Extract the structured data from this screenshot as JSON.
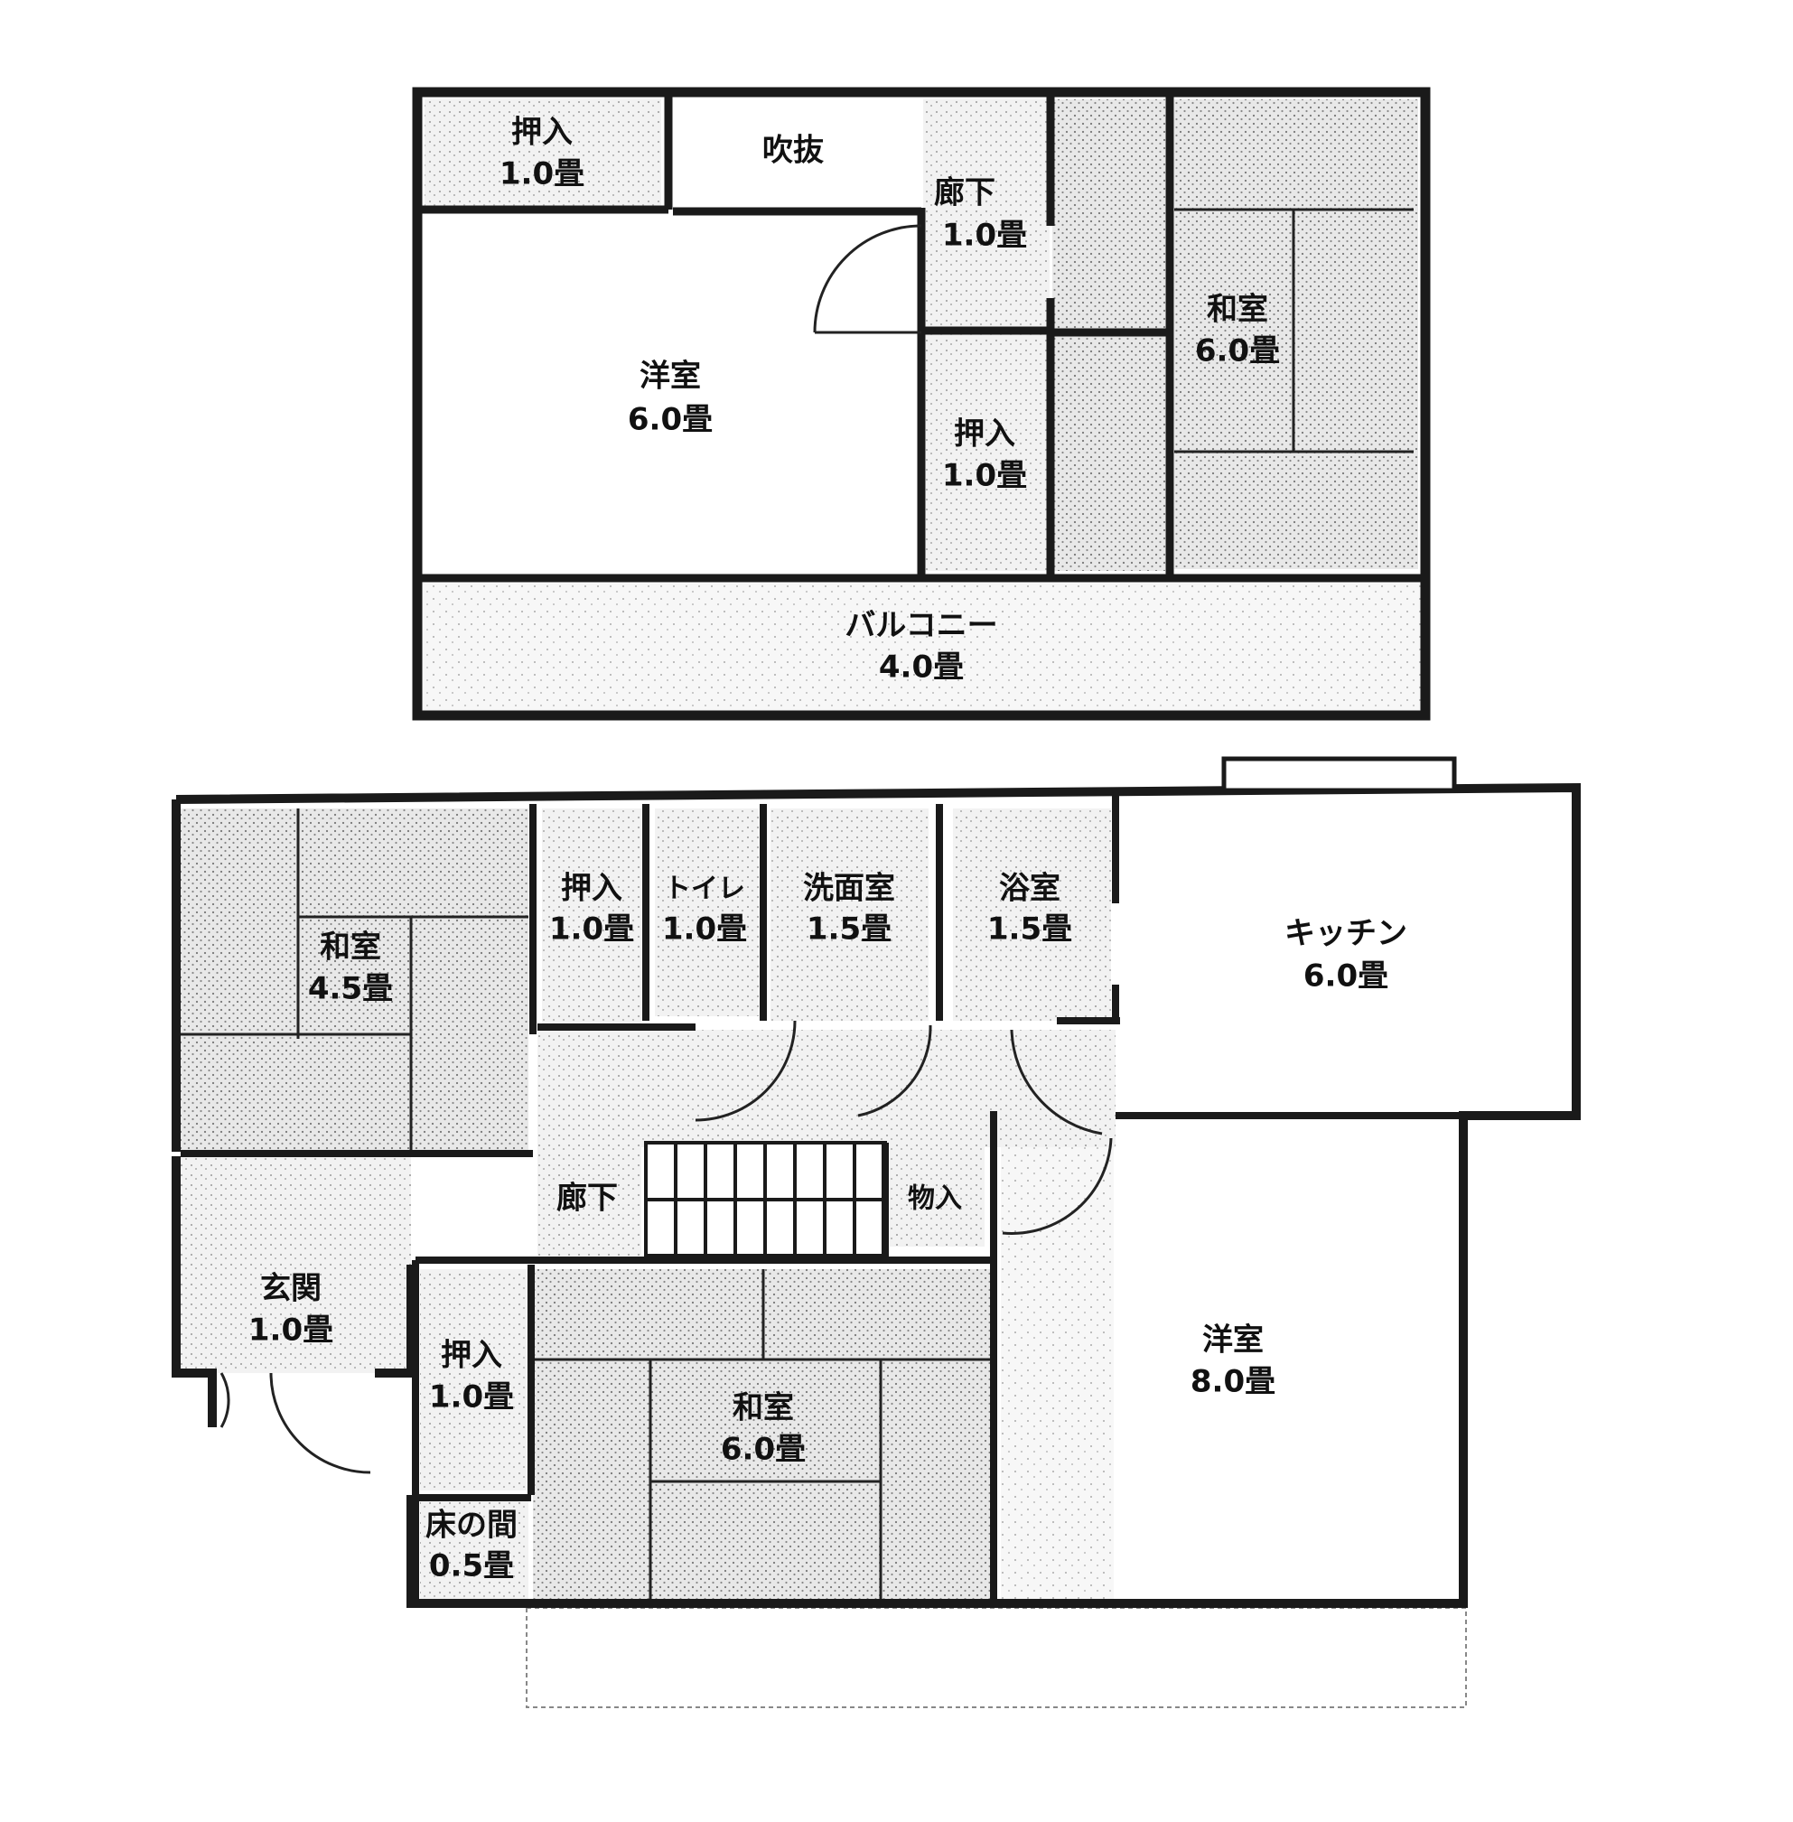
{
  "floor2": {
    "closet_nw": {
      "name": "押入",
      "area": "1.0畳"
    },
    "void": {
      "name": "吹抜"
    },
    "hall": {
      "name": "廊下",
      "area": "1.0畳"
    },
    "western": {
      "name": "洋室",
      "area": "6.0畳"
    },
    "closet_center": {
      "name": "押入",
      "area": "1.0畳"
    },
    "japanese": {
      "name": "和室",
      "area": "6.0畳"
    },
    "balcony": {
      "name": "バルコニー",
      "area": "4.0畳"
    }
  },
  "floor1": {
    "japanese_nw": {
      "name": "和室",
      "area": "4.5畳"
    },
    "closet_top": {
      "name": "押入",
      "area": "1.0畳"
    },
    "toilet": {
      "name": "トイレ",
      "area": "1.0畳"
    },
    "washroom": {
      "name": "洗面室",
      "area": "1.5畳"
    },
    "bath": {
      "name": "浴室",
      "area": "1.5畳"
    },
    "kitchen": {
      "name": "キッチン",
      "area": "6.0畳"
    },
    "hall": {
      "name": "廊下"
    },
    "storage": {
      "name": "物入"
    },
    "entrance": {
      "name": "玄関",
      "area": "1.0畳"
    },
    "closet_bottom": {
      "name": "押入",
      "area": "1.0畳"
    },
    "tokonoma": {
      "name": "床の間",
      "area": "0.5畳"
    },
    "japanese_s": {
      "name": "和室",
      "area": "6.0畳"
    },
    "western": {
      "name": "洋室",
      "area": "8.0畳"
    }
  }
}
